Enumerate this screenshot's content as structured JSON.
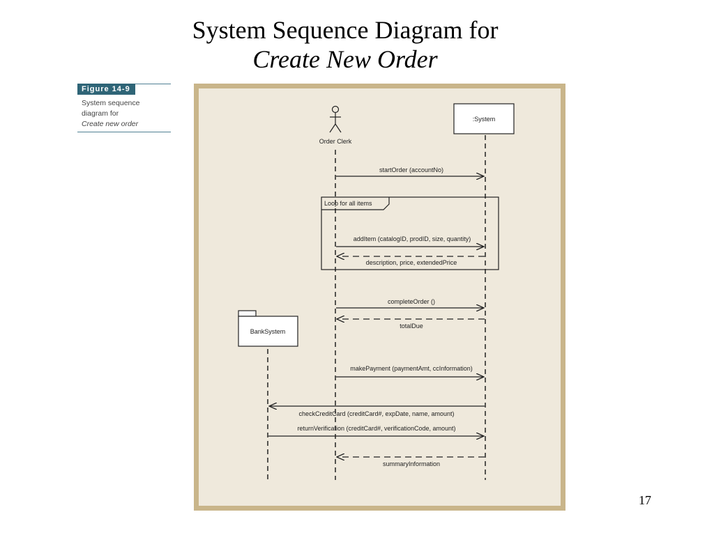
{
  "slide": {
    "title_line1": "System Sequence Diagram for",
    "title_line2": "Create New Order",
    "page_number": "17"
  },
  "figure_caption": {
    "label": "Figure 14-9",
    "line1": "System sequence",
    "line2": "diagram for",
    "line3": "Create new order"
  },
  "diagram": {
    "actor": "Order Clerk",
    "system": ":System",
    "bank": "BankSystem",
    "loop_label": "Loop for all items",
    "messages": [
      {
        "label": "startOrder (accountNo)"
      },
      {
        "label": "addItem (catalogID, prodID, size, quantity)"
      },
      {
        "label": "description, price, extendedPrice"
      },
      {
        "label": "completeOrder ()"
      },
      {
        "label": "totalDue"
      },
      {
        "label": "makePayment (paymentAmt, ccInformation)"
      },
      {
        "label": "checkCreditCard (creditCard#, expDate, name, amount)"
      },
      {
        "label": "returnVerification (creditCard#, verificationCode, amount)"
      },
      {
        "label": "summaryInformation"
      }
    ]
  }
}
